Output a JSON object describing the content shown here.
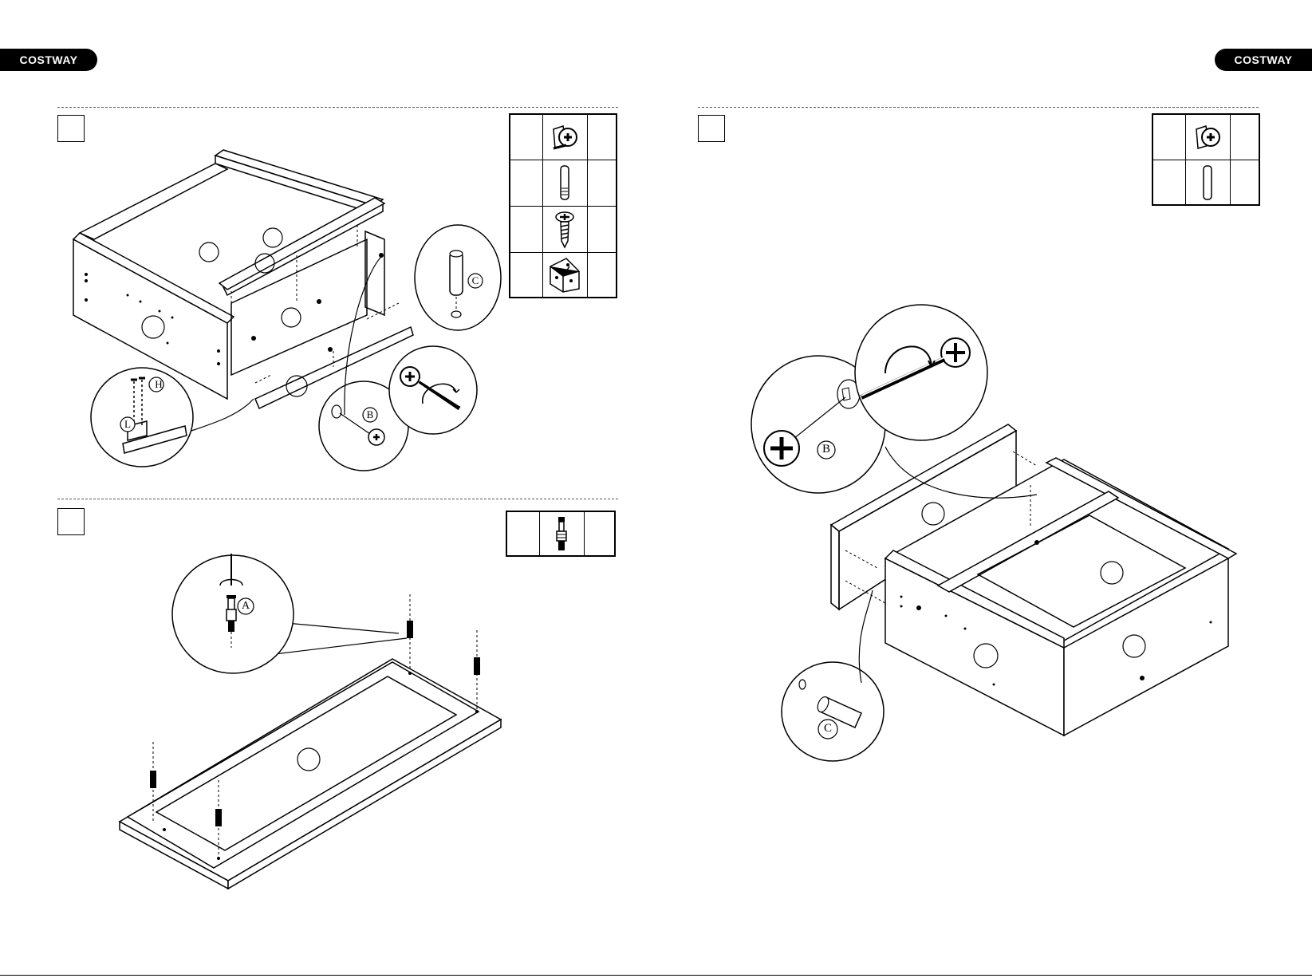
{
  "brand": {
    "left_label": "COSTWAY",
    "right_label": "COSTWAY",
    "color": "#000000"
  },
  "steps": [
    {
      "panel": "left-top",
      "callouts": [
        "H",
        "L",
        "B",
        "C"
      ],
      "parts_icons": [
        "cam-lock-icon",
        "wooden-dowel-icon",
        "screw-icon",
        "corner-bracket-icon"
      ]
    },
    {
      "panel": "left-bottom",
      "callouts": [
        "A"
      ],
      "parts_icons": [
        "cam-bolt-icon"
      ]
    },
    {
      "panel": "right",
      "callouts": [
        "B",
        "C"
      ],
      "parts_icons": [
        "cam-lock-icon",
        "wooden-dowel-icon"
      ]
    }
  ],
  "callout_letters": {
    "h": "H",
    "l": "L",
    "b1": "B",
    "c1": "C",
    "a": "A",
    "b2": "B",
    "c2": "C"
  }
}
